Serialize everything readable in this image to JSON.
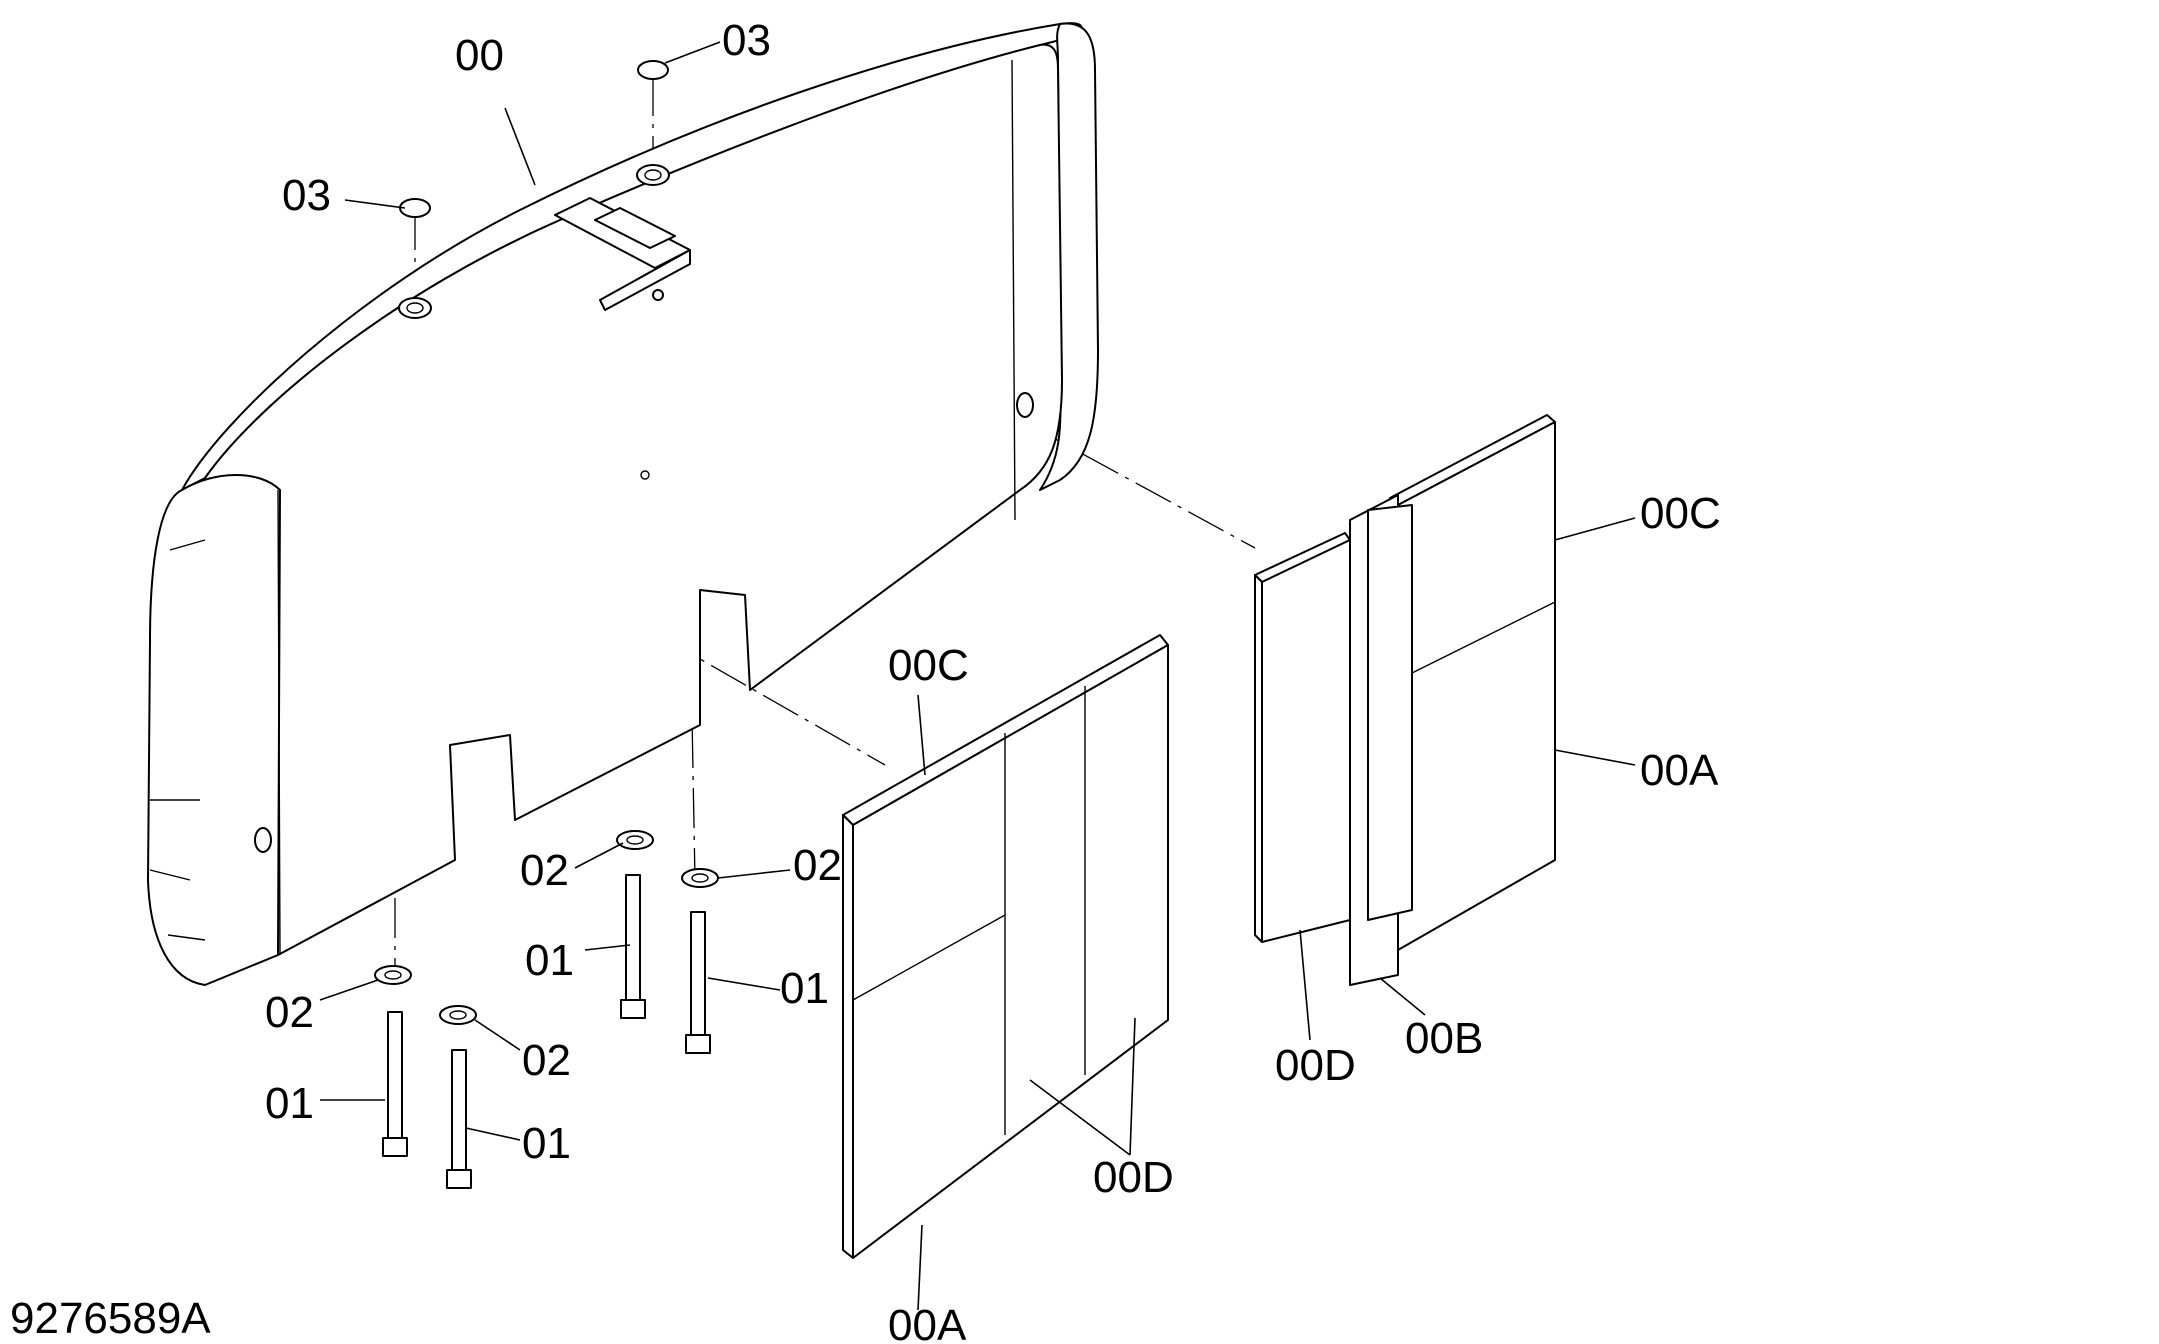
{
  "labels": {
    "part_00": "00",
    "part_01": "01",
    "part_02": "02",
    "part_03": "03",
    "part_00A": "00A",
    "part_00B": "00B",
    "part_00C": "00C",
    "part_00D": "00D"
  },
  "drawing_number": "9276589A"
}
